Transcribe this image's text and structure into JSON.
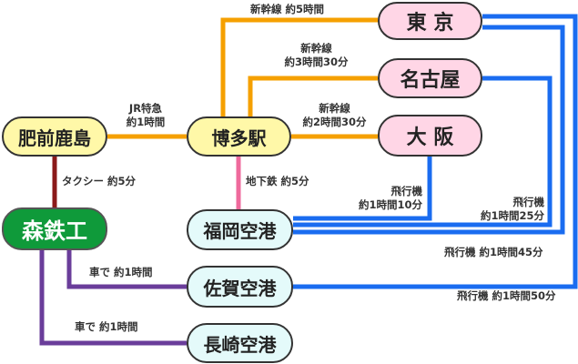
{
  "nodes": {
    "tokyo": "東 京",
    "nagoya": "名古屋",
    "osaka": "大 阪",
    "hizen_kashima": "肥前鹿島",
    "hakata": "博多駅",
    "fukuoka_airport": "福岡空港",
    "mori_tekko": "森鉄工",
    "saga_airport": "佐賀空港",
    "nagasaki_airport": "長崎空港"
  },
  "edges": {
    "shinkansen_tokyo": "新幹線 約5時間",
    "shinkansen_nagoya_1": "新幹線",
    "shinkansen_nagoya_2": "約3時間30分",
    "shinkansen_osaka_1": "新幹線",
    "shinkansen_osaka_2": "約2時間30分",
    "jr_express_1": "JR特急",
    "jr_express_2": "約1時間",
    "taxi": "タクシー 約5分",
    "subway": "地下鉄 約5分",
    "flight_osaka_1": "飛行機",
    "flight_osaka_2": "約1時間10分",
    "flight_nagoya_1": "飛行機",
    "flight_nagoya_2": "約1時間25分",
    "flight_tokyo_fukuoka": "飛行機 約1時間45分",
    "flight_tokyo_saga": "飛行機 約1時間50分",
    "car_saga": "車で 約1時間",
    "car_nagasaki": "車で 約1時間"
  },
  "colors": {
    "shinkansen": "#f5a000",
    "flight": "#1a6cf0",
    "taxi": "#8b1a1a",
    "subway": "#ef6a9c",
    "car": "#6a3d9a",
    "node_yellow": "#fff8a8",
    "node_pink": "#ffd6e6",
    "node_cyan": "#e4fafa",
    "node_green": "#0f9a3a"
  }
}
